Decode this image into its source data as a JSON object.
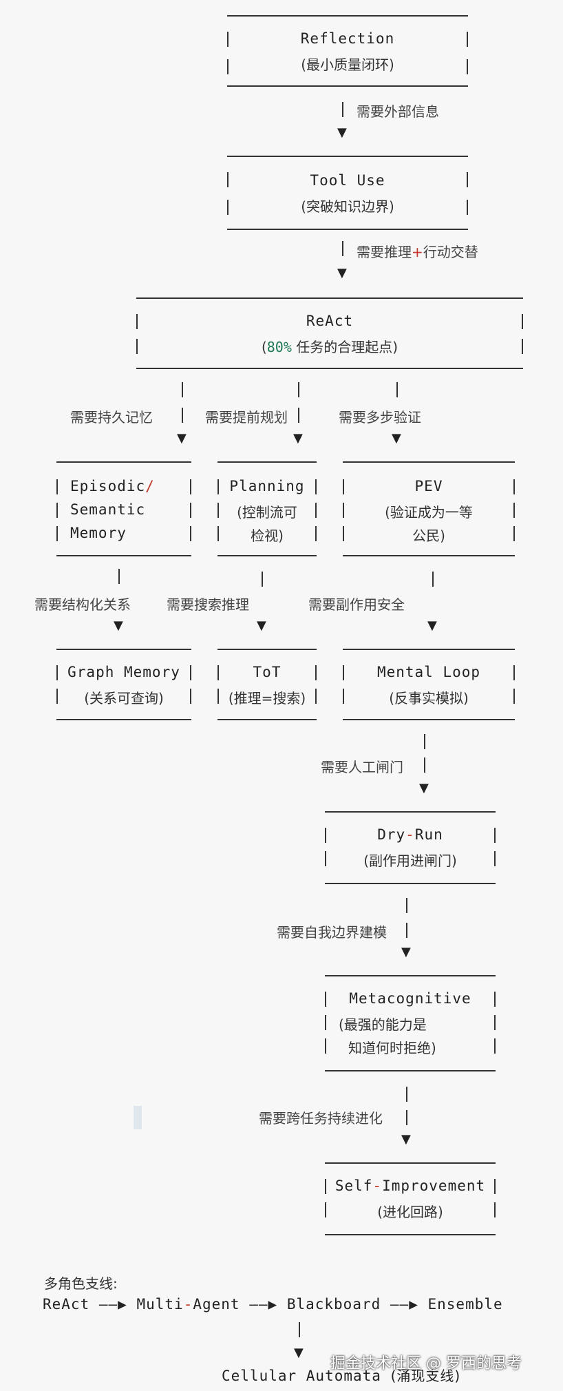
{
  "nodes": {
    "reflection": {
      "title": "Reflection",
      "sub": "(最小质量闭环)"
    },
    "tool_use": {
      "title": "Tool Use",
      "sub": "(突破知识边界)"
    },
    "react": {
      "title": "ReAct",
      "sub_pct": "80%",
      "sub_rest": " 任务的合理起点)",
      "sub_open": "("
    },
    "episodic": {
      "line1a": "Episodic",
      "line1b": "/",
      "line2": "Semantic",
      "line3": "Memory"
    },
    "planning": {
      "title": "Planning",
      "line2": "(控制流可",
      "line3": "检视)"
    },
    "pev": {
      "title": "PEV",
      "line2": "(验证成为一等",
      "line3": "公民)"
    },
    "graph_memory": {
      "title": "Graph Memory",
      "sub": "(关系可查询)"
    },
    "tot": {
      "title": "ToT",
      "sub": "(推理=搜索)"
    },
    "mental_loop": {
      "title": "Mental Loop",
      "sub": "(反事实模拟)"
    },
    "dry_run": {
      "title_a": "Dry",
      "title_b": "-",
      "title_c": "Run",
      "sub": "(副作用进闸门)"
    },
    "metacognitive": {
      "title": "Metacognitive",
      "line2": "(最强的能力是",
      "line3": "知道何时拒绝)"
    },
    "self_improvement": {
      "title_a": "Self",
      "title_b": "-",
      "title_c": "Improvement",
      "sub": "(进化回路)"
    }
  },
  "edges": {
    "e1": "需要外部信息",
    "e2a": "需要推理",
    "e2b": "+",
    "e2c": "行动交替",
    "e3": "需要持久记忆",
    "e4": "需要提前规划",
    "e5": "需要多步验证",
    "e6": "需要结构化关系",
    "e7": "需要搜索推理",
    "e8": "需要副作用安全",
    "e9": "需要人工闸门",
    "e10": "需要自我边界建模",
    "e11": "需要跨任务持续进化"
  },
  "multi_agent": {
    "heading": "多角色支线:",
    "react": "ReAct",
    "multi_a": "Multi",
    "multi_b": "-",
    "multi_c": "Agent",
    "blackboard": "Blackboard",
    "ensemble": "Ensemble",
    "cellular": "Cellular Automata",
    "cellular_note": "(涌现支线)"
  },
  "watermark": "掘金技术社区 @ 罗西的思考",
  "arrow_glyph": "▼",
  "long_arrow": "——▶"
}
